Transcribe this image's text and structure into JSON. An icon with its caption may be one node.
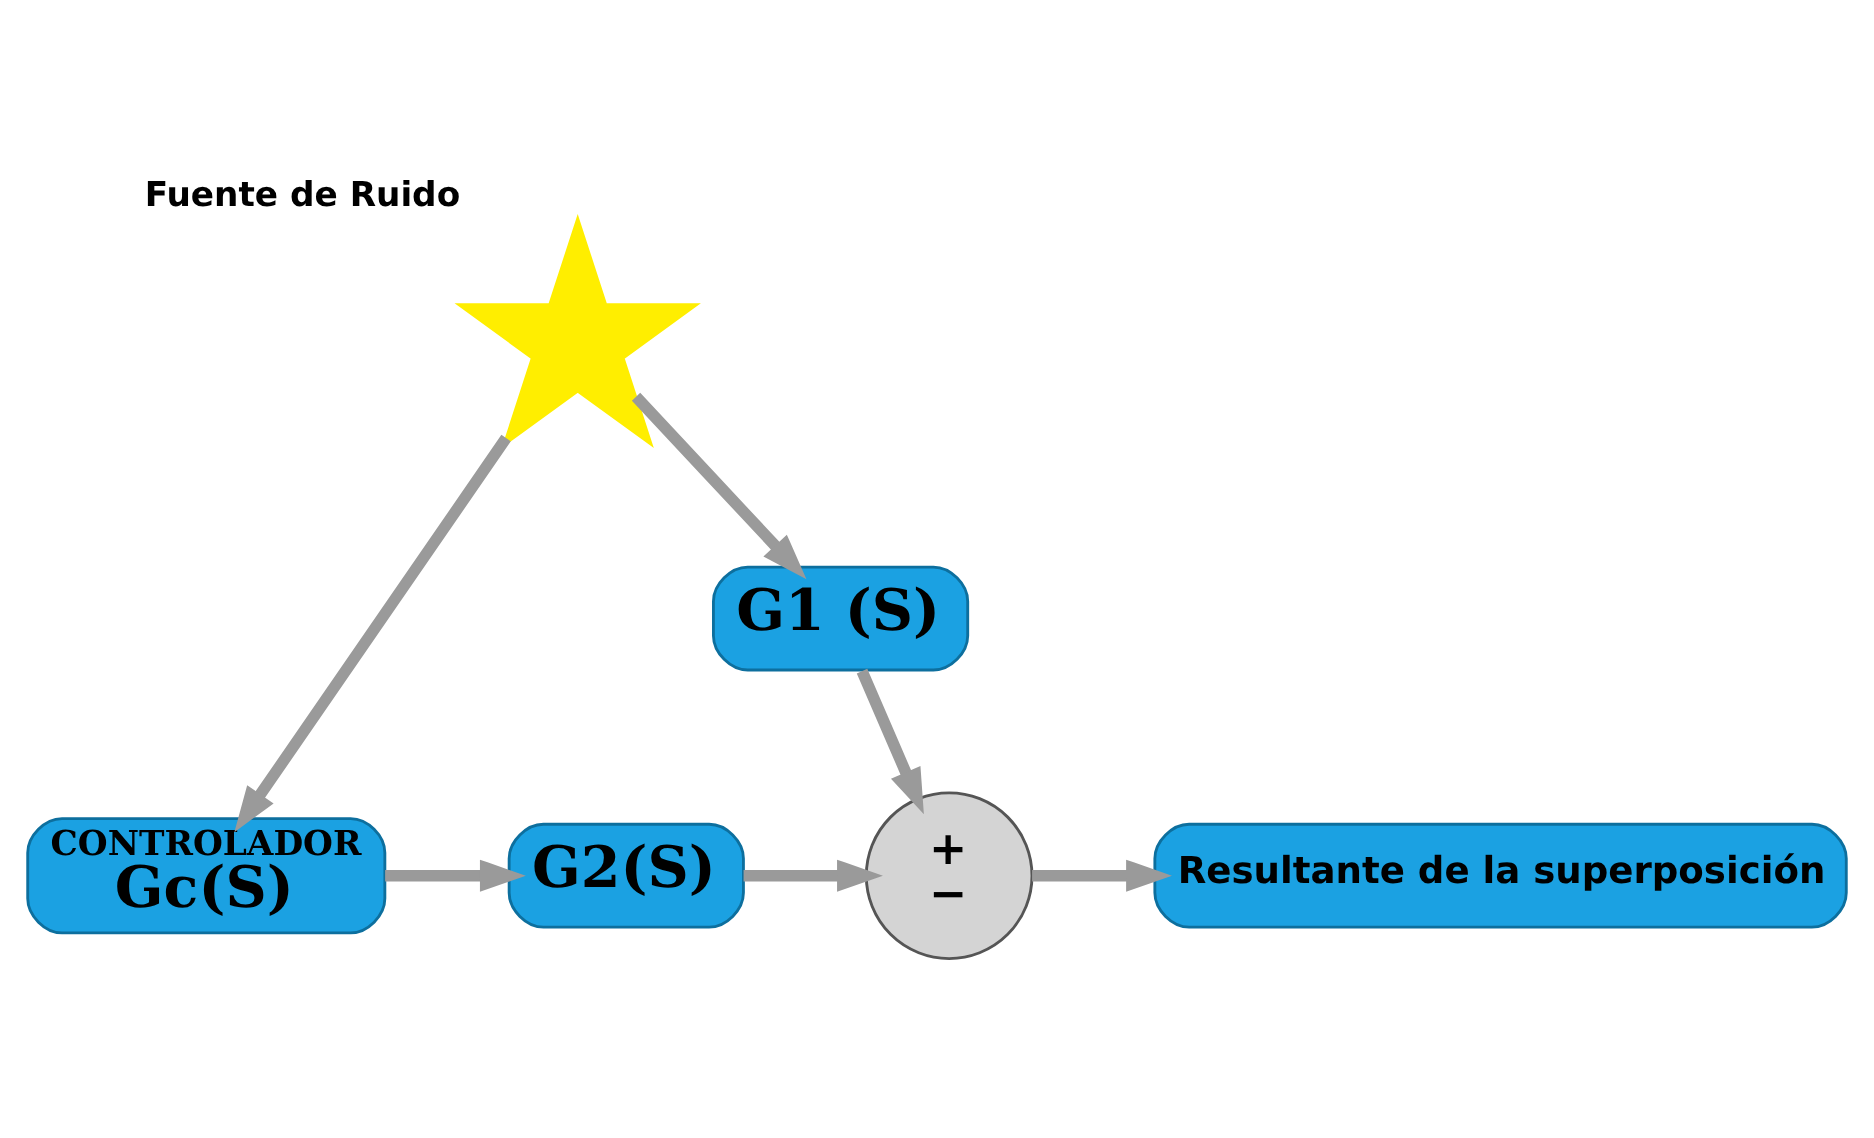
{
  "diagram": {
    "nodes": [
      {
        "text": [
          "Fuente de Ruido"
        ]
      },
      {
        "text": [
          "G1 (S)"
        ]
      },
      {
        "text": [
          "CONTROLADOR",
          "Gc(S)"
        ]
      },
      {
        "text": [
          "G2(S)"
        ]
      },
      {
        "text": [
          "+",
          "−"
        ]
      },
      {
        "text": [
          "Resultante de la superposición"
        ]
      }
    ],
    "edges": [
      {
        "from": 0,
        "to": 1,
        "arrow": "to"
      },
      {
        "from": 0,
        "to": 2,
        "arrow": "to"
      },
      {
        "from": 2,
        "to": 3,
        "arrow": "to"
      },
      {
        "from": 3,
        "to": 4,
        "arrow": "to"
      },
      {
        "from": 1,
        "to": 4,
        "arrow": "to"
      },
      {
        "from": 4,
        "to": 5,
        "arrow": "to"
      }
    ]
  }
}
